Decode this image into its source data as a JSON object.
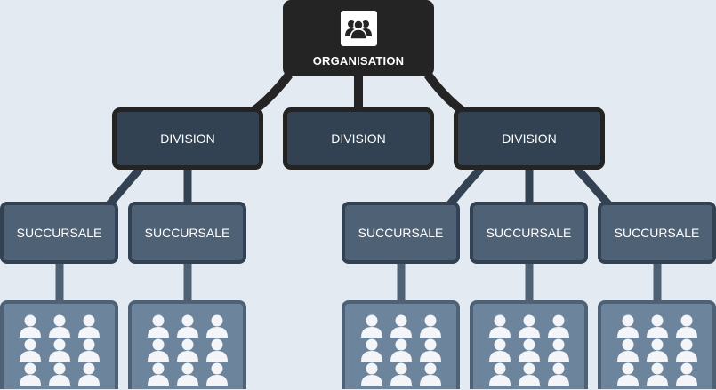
{
  "organisation": {
    "label": "ORGANISATION",
    "icon": "group-icon"
  },
  "divisions": [
    {
      "label": "DIVISION"
    },
    {
      "label": "DIVISION"
    },
    {
      "label": "DIVISION"
    }
  ],
  "branches": [
    {
      "label": "SUCCURSALE"
    },
    {
      "label": "SUCCURSALE"
    },
    {
      "label": "SUCCURSALE"
    },
    {
      "label": "SUCCURSALE"
    },
    {
      "label": "SUCCURSALE"
    }
  ],
  "teams": [
    {
      "icon": "people-group-icon",
      "member_count": 9
    },
    {
      "icon": "people-group-icon",
      "member_count": 9
    },
    {
      "icon": "people-group-icon",
      "member_count": 9
    },
    {
      "icon": "people-group-icon",
      "member_count": 9
    },
    {
      "icon": "people-group-icon",
      "member_count": 9
    }
  ],
  "colors": {
    "background": "#e4eaf1",
    "organisation": "#242424",
    "division": "#324252",
    "branch": "#4e6175",
    "team": "#6c849c"
  }
}
